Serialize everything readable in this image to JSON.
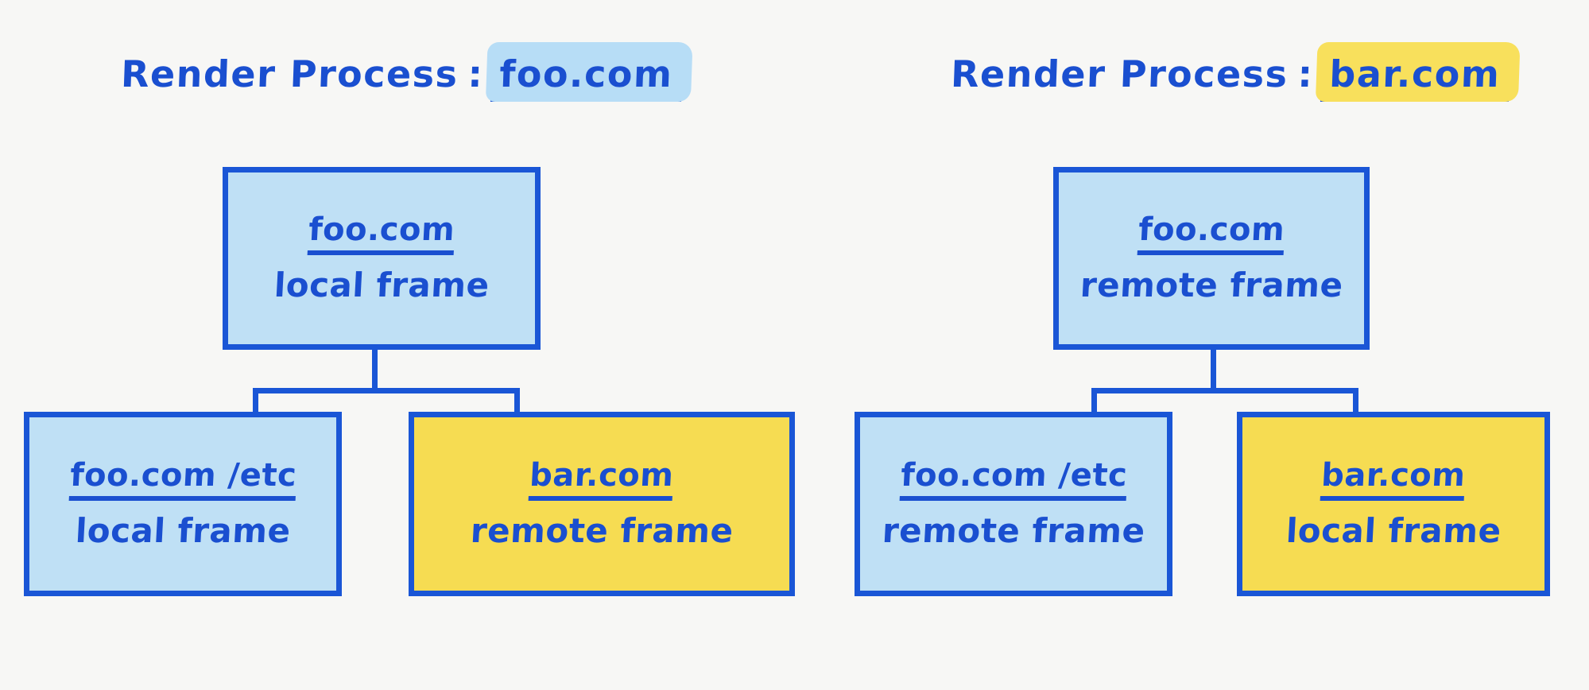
{
  "background_color": "#f7f7f5",
  "stroke_color": "#1a56d6",
  "text_color": "#1a4fd0",
  "fill_blue": "#bfe0f5",
  "fill_yellow": "#f6dc52",
  "highlight_blue": "#b7ddf6",
  "highlight_yellow": "#f8e05c",
  "diagrams": [
    {
      "id": "left",
      "title": {
        "label": "Render Process",
        "separator": ":",
        "host": "foo.com",
        "highlight": "blue"
      },
      "root": {
        "host": "foo.com",
        "kind": "local frame",
        "fill": "blue"
      },
      "children": [
        {
          "host": "foo.com /etc",
          "kind": "local frame",
          "fill": "blue"
        },
        {
          "host": "bar.com",
          "kind": "remote frame",
          "fill": "yellow"
        }
      ]
    },
    {
      "id": "right",
      "title": {
        "label": "Render Process",
        "separator": ":",
        "host": "bar.com",
        "highlight": "yellow"
      },
      "root": {
        "host": "foo.com",
        "kind": "remote frame",
        "fill": "blue"
      },
      "children": [
        {
          "host": "foo.com /etc",
          "kind": "remote frame",
          "fill": "blue"
        },
        {
          "host": "bar.com",
          "kind": "local frame",
          "fill": "yellow"
        }
      ]
    }
  ]
}
